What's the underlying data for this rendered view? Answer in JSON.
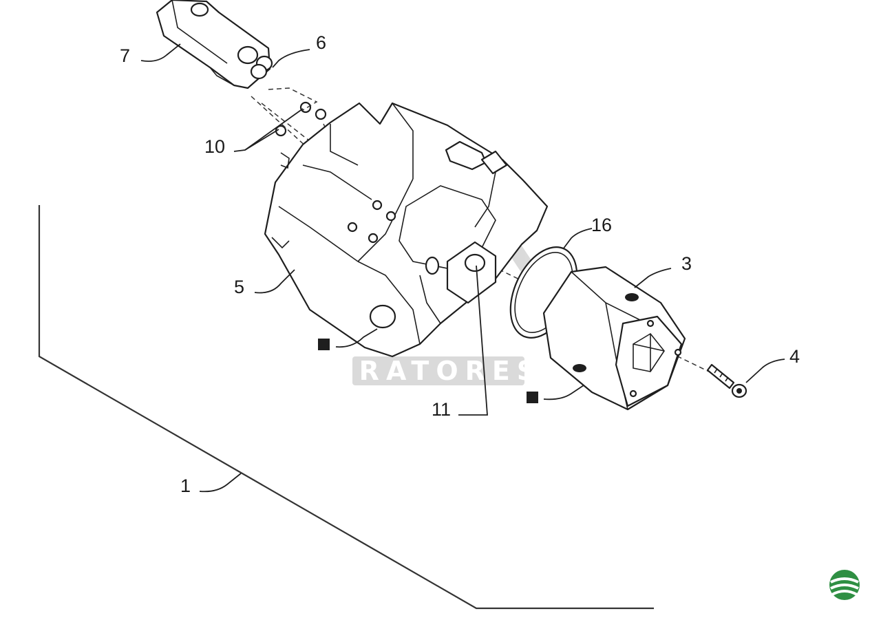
{
  "diagram": {
    "callouts": {
      "c1": "1",
      "c3": "3",
      "c4": "4",
      "c5": "5",
      "c6": "6",
      "c7": "7",
      "c10": "10",
      "c11": "11",
      "c16": "16"
    },
    "legend_marker": "filled-square"
  },
  "watermark": {
    "text": "TRATORES",
    "color": "#c8c8c8"
  },
  "brand": {
    "icon": "leaf-globe-icon",
    "color_top": "#1f7a3a",
    "color_bottom": "#5bb04c"
  }
}
